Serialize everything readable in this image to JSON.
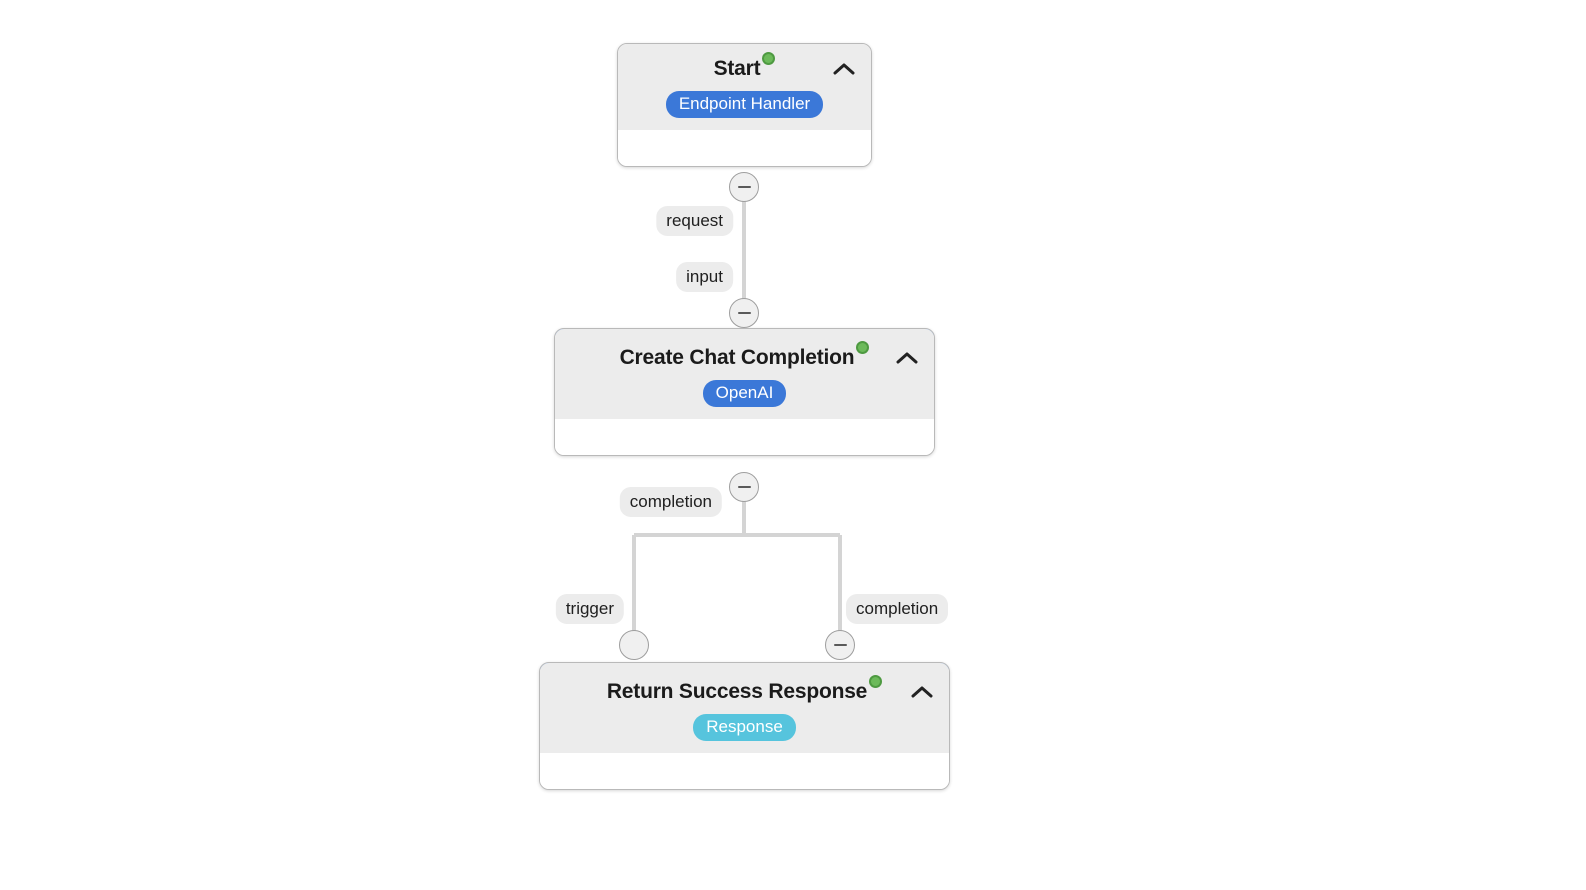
{
  "canvas": {
    "background": "#ffffff",
    "accent_color": "#4a90e8",
    "status_color": "#6cba5a",
    "edge_color": "#d4d4d4"
  },
  "nodes": [
    {
      "id": "start",
      "title": "Start",
      "badge": "Endpoint Handler",
      "badge_color": "#3b78d8",
      "accented": false,
      "status": "ready",
      "collapse_icon": "chevron-up-icon"
    },
    {
      "id": "create-chat-completion",
      "title": "Create Chat Completion",
      "badge": "OpenAI",
      "badge_color": "#3b78d8",
      "accented": true,
      "status": "ready",
      "collapse_icon": "chevron-up-icon"
    },
    {
      "id": "return-success-response",
      "title": "Return Success Response",
      "badge": "Response",
      "badge_color": "#56c4dd",
      "accented": true,
      "status": "ready",
      "collapse_icon": "chevron-up-icon"
    }
  ],
  "edge_labels": {
    "request": "request",
    "input": "input",
    "completion_out": "completion",
    "trigger": "trigger",
    "completion_in": "completion"
  },
  "handles": [
    {
      "id": "start-output",
      "label": "request",
      "state": "collapsed"
    },
    {
      "id": "chat-input",
      "label": "input",
      "state": "collapsed"
    },
    {
      "id": "chat-output",
      "label": "completion",
      "state": "collapsed"
    },
    {
      "id": "response-trigger",
      "label": "trigger",
      "state": "empty"
    },
    {
      "id": "response-input",
      "label": "completion",
      "state": "collapsed"
    }
  ]
}
